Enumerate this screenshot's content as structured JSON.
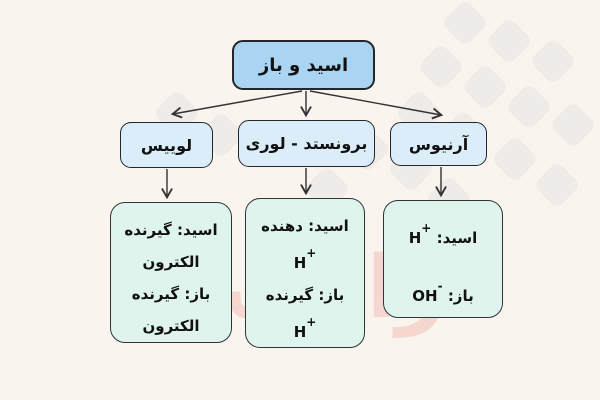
{
  "watermark": {
    "text": "فرادرس"
  },
  "diagram": {
    "title_node": {
      "label": "اسید و باز"
    },
    "colors": {
      "background": "#faf4ef",
      "root_fill": "#a9d5f3",
      "branch_fill": "#dcedfa",
      "detail_fill": "#dff4ec",
      "border": "#23272b",
      "arrow": "#333333",
      "watermark_pink": "#ef9d90"
    },
    "branches": [
      {
        "id": "lewis",
        "label": "لوییس",
        "detail_lines": [
          "اسید: گیرنده",
          "الکترون",
          "باز: گیرنده",
          "الکترون"
        ]
      },
      {
        "id": "bronsted-lowry",
        "label": "برونستد - لوری",
        "detail": {
          "line1": "اسید: دهنده",
          "formula1": {
            "base": "H",
            "sup": "+"
          },
          "line2": "باز: گیرنده",
          "formula2": {
            "base": "H",
            "sup": "+"
          }
        }
      },
      {
        "id": "arrhenius",
        "label": "آرنیوس",
        "detail": {
          "acid_label": "اسید:",
          "acid_formula": {
            "base": "H",
            "sup": "+"
          },
          "base_label": "باز:",
          "base_formula": {
            "base": "OH",
            "sup": "-"
          }
        }
      }
    ]
  }
}
